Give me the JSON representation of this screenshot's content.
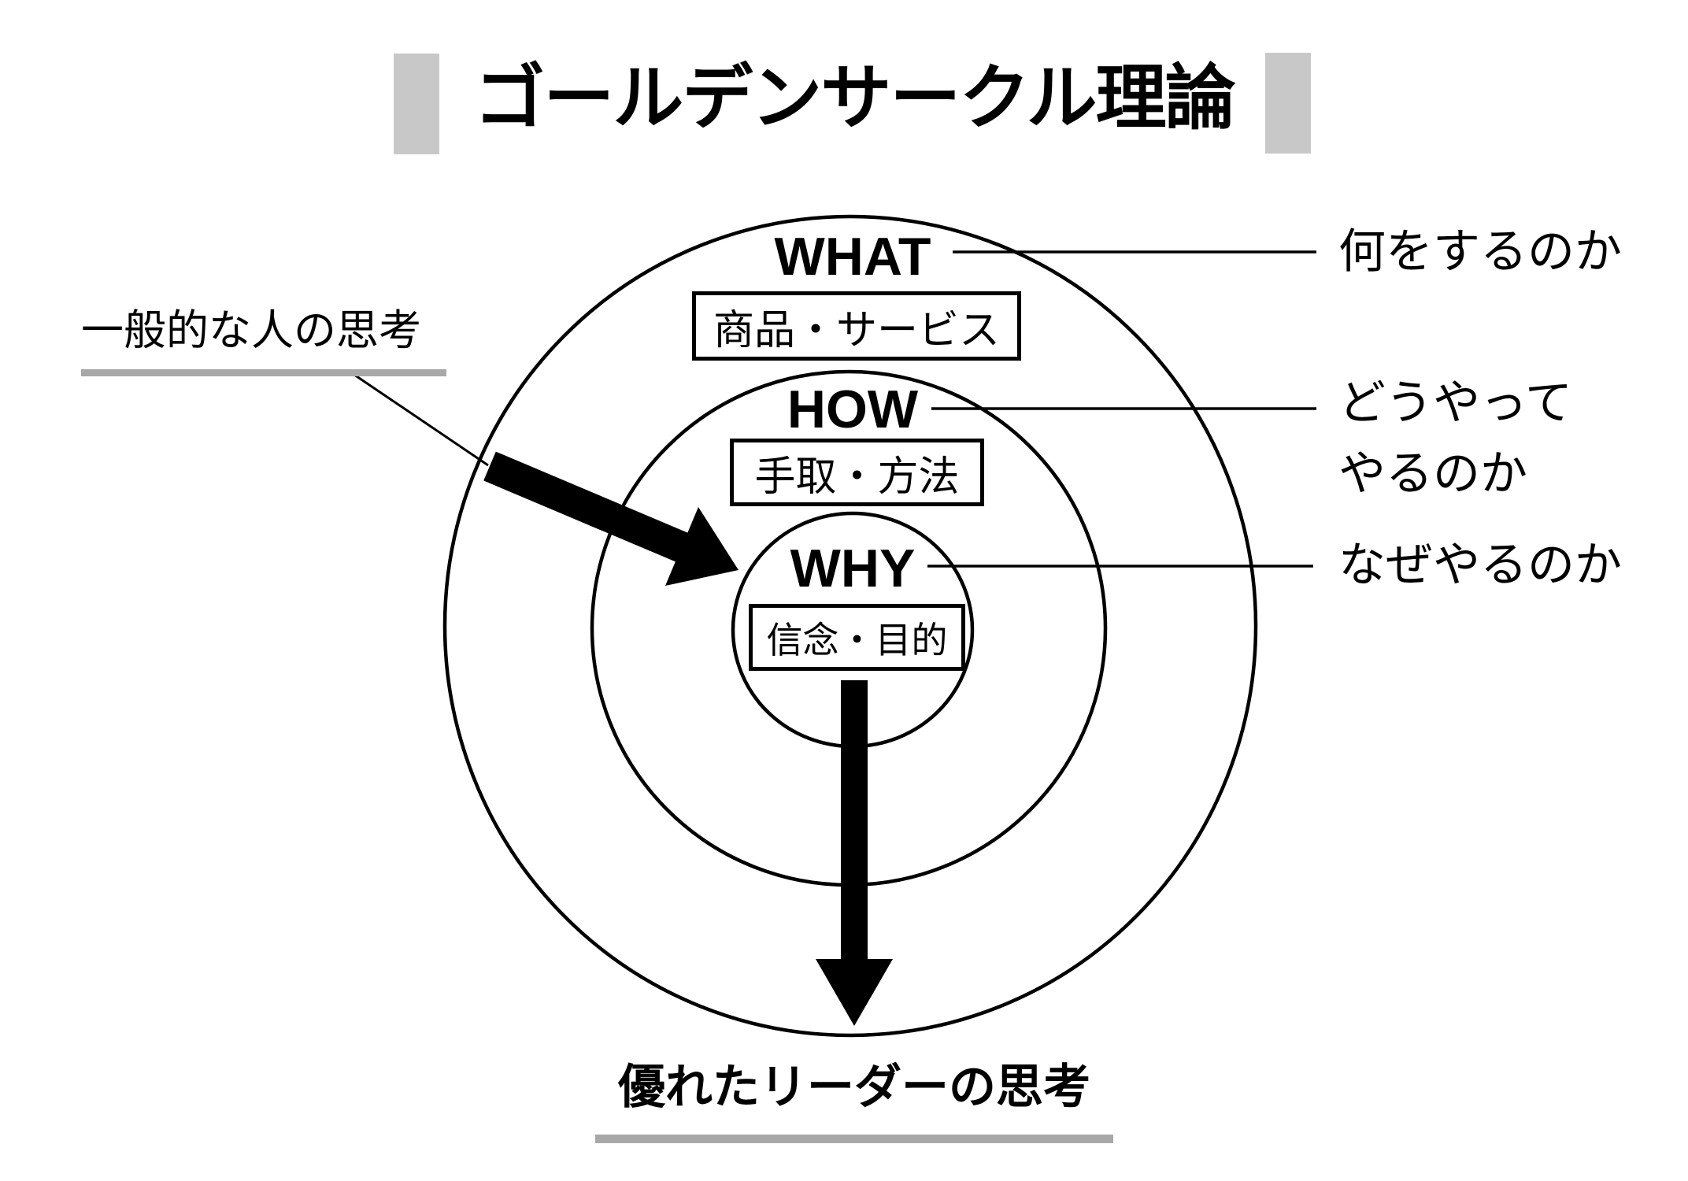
{
  "title": "ゴールデンサークル理論",
  "rings": [
    {
      "label": "WHAT",
      "box": "商品・サービス",
      "callout": "何をするのか"
    },
    {
      "label": "HOW",
      "box": "手取・方法",
      "callout_line1": "どうやって",
      "callout_line2": "やるのか"
    },
    {
      "label": "WHY",
      "box": "信念・目的",
      "callout": "なぜやるのか"
    }
  ],
  "left_note": "一般的な人の思考",
  "bottom_note": "優れたリーダーの思考",
  "colors": {
    "ink": "#000000",
    "background": "#ffffff",
    "title_bar_gray": "#c8c8c8",
    "underline_gray": "#a8a8a8"
  }
}
